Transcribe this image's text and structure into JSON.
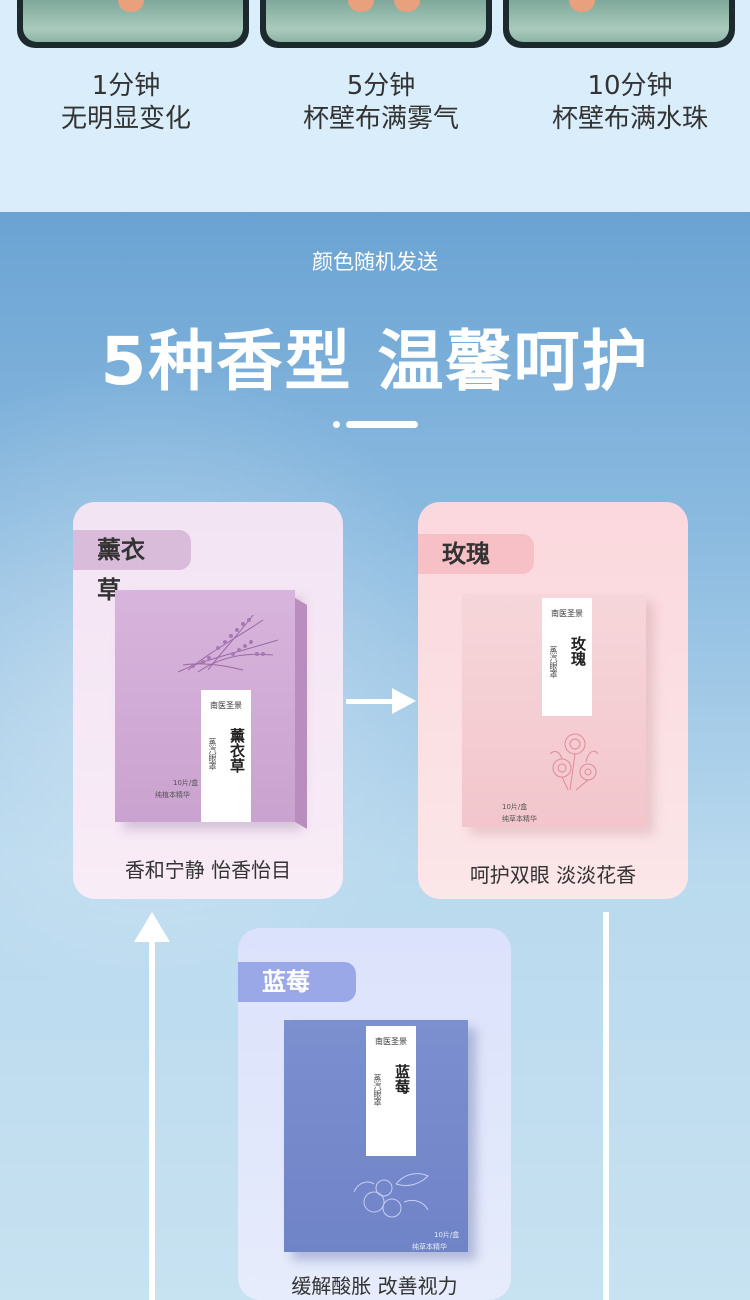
{
  "top": {
    "steps": [
      {
        "time": "1分钟",
        "desc": "无明显变化"
      },
      {
        "time": "5分钟",
        "desc": "杯壁布满雾气"
      },
      {
        "time": "10分钟",
        "desc": "杯壁布满水珠"
      }
    ]
  },
  "header": {
    "subtitle": "颜色随机发送",
    "headline": "5种香型 温馨呵护"
  },
  "products": {
    "lavender": {
      "tag": "薰衣草",
      "box_brand": "南医圣景",
      "box_name": "薰衣草",
      "box_sub": "蒸汽眼罩",
      "box_count": "10片/盒",
      "box_small": "纯植本精华",
      "caption": "香和宁静 怡香怡目"
    },
    "rose": {
      "tag": "玫瑰",
      "box_brand": "南医圣景",
      "box_name": "玫瑰",
      "box_sub": "蒸汽眼罩",
      "box_count": "10片/盒",
      "box_small": "纯草本精华",
      "caption": "呵护双眼 淡淡花香"
    },
    "blueberry": {
      "tag": "蓝莓",
      "box_brand": "南医圣景",
      "box_name": "蓝莓",
      "box_sub": "蒸汽眼罩",
      "box_count": "10片/盒",
      "box_small": "纯草本精华",
      "caption": "缓解酸胀 改善视力"
    }
  },
  "colors": {
    "lavender": "#d9bcda",
    "rose": "#f7c0c7",
    "blueberry": "#9aa8e8"
  }
}
